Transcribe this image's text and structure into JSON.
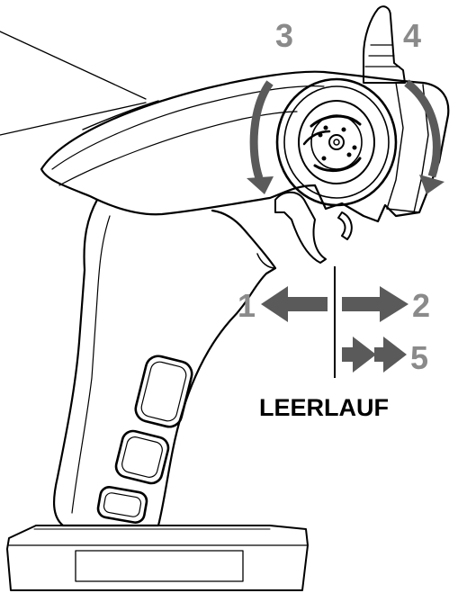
{
  "diagram": {
    "labels": {
      "steer_left": "3",
      "steer_right": "4",
      "throttle_brake": "1",
      "throttle_forward": "2",
      "throttle_full": "5",
      "neutral": "LEERLAUF"
    },
    "colors": {
      "arrow": "#5a5a5a",
      "label": "#8a8a8a",
      "line": "#000000"
    }
  }
}
